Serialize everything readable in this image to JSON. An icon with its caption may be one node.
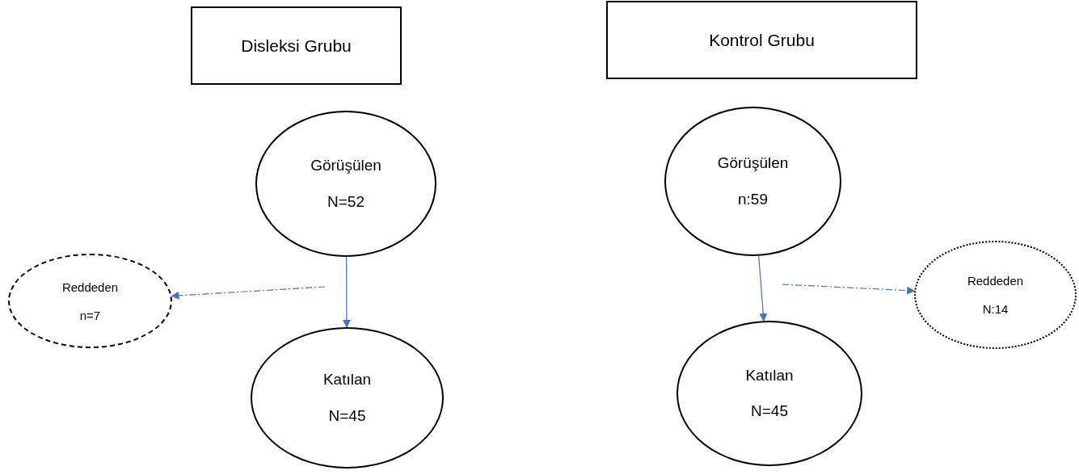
{
  "diagram": {
    "nodes": [
      {
        "text": [
          "Disleksi Grubu"
        ]
      },
      {
        "text": [
          "Kontrol Grubu"
        ]
      },
      {
        "text": [
          "Görüşülen",
          "N=52"
        ]
      },
      {
        "text": [
          "Reddeden",
          "n=7"
        ]
      },
      {
        "text": [
          "Katılan",
          "N=45"
        ]
      },
      {
        "text": [
          "Görüşülen",
          "n:59"
        ]
      },
      {
        "text": [
          "Reddeden",
          "N:14"
        ]
      },
      {
        "text": [
          "Katılan",
          "N=45"
        ]
      }
    ],
    "edges": [
      {
        "from": 2,
        "to": 4,
        "arrow": "to"
      },
      {
        "from": null,
        "to": 3,
        "arrow": "to",
        "style": "dashed"
      },
      {
        "from": 5,
        "to": 7,
        "arrow": "to"
      },
      {
        "from": null,
        "to": 6,
        "arrow": "to",
        "style": "dashed"
      }
    ]
  }
}
